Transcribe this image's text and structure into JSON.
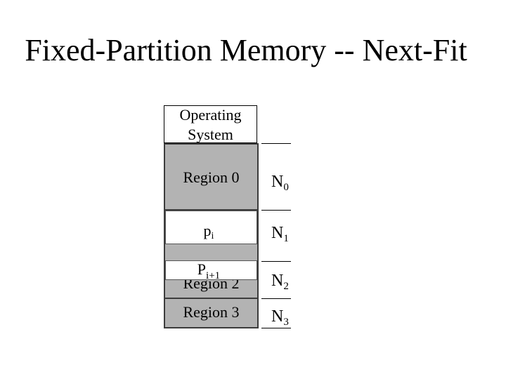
{
  "title": "Fixed-Partition Memory -- Next-Fit",
  "os": {
    "line1": "Operating",
    "line2": "System"
  },
  "regions": {
    "r0": "Region 0",
    "r2": "Region 2",
    "r3": "Region 3"
  },
  "processes": {
    "pi_base": "p",
    "pi_sub": "i",
    "pi1_base": "P",
    "pi1_sub": "i+1"
  },
  "sizes": [
    {
      "base": "N",
      "sub": "0"
    },
    {
      "base": "N",
      "sub": "1"
    },
    {
      "base": "N",
      "sub": "2"
    },
    {
      "base": "N",
      "sub": "3"
    }
  ],
  "colors": {
    "region_fill": "#b3b3b3",
    "process_fill": "#ffffff",
    "border": "#3c3c3c"
  }
}
